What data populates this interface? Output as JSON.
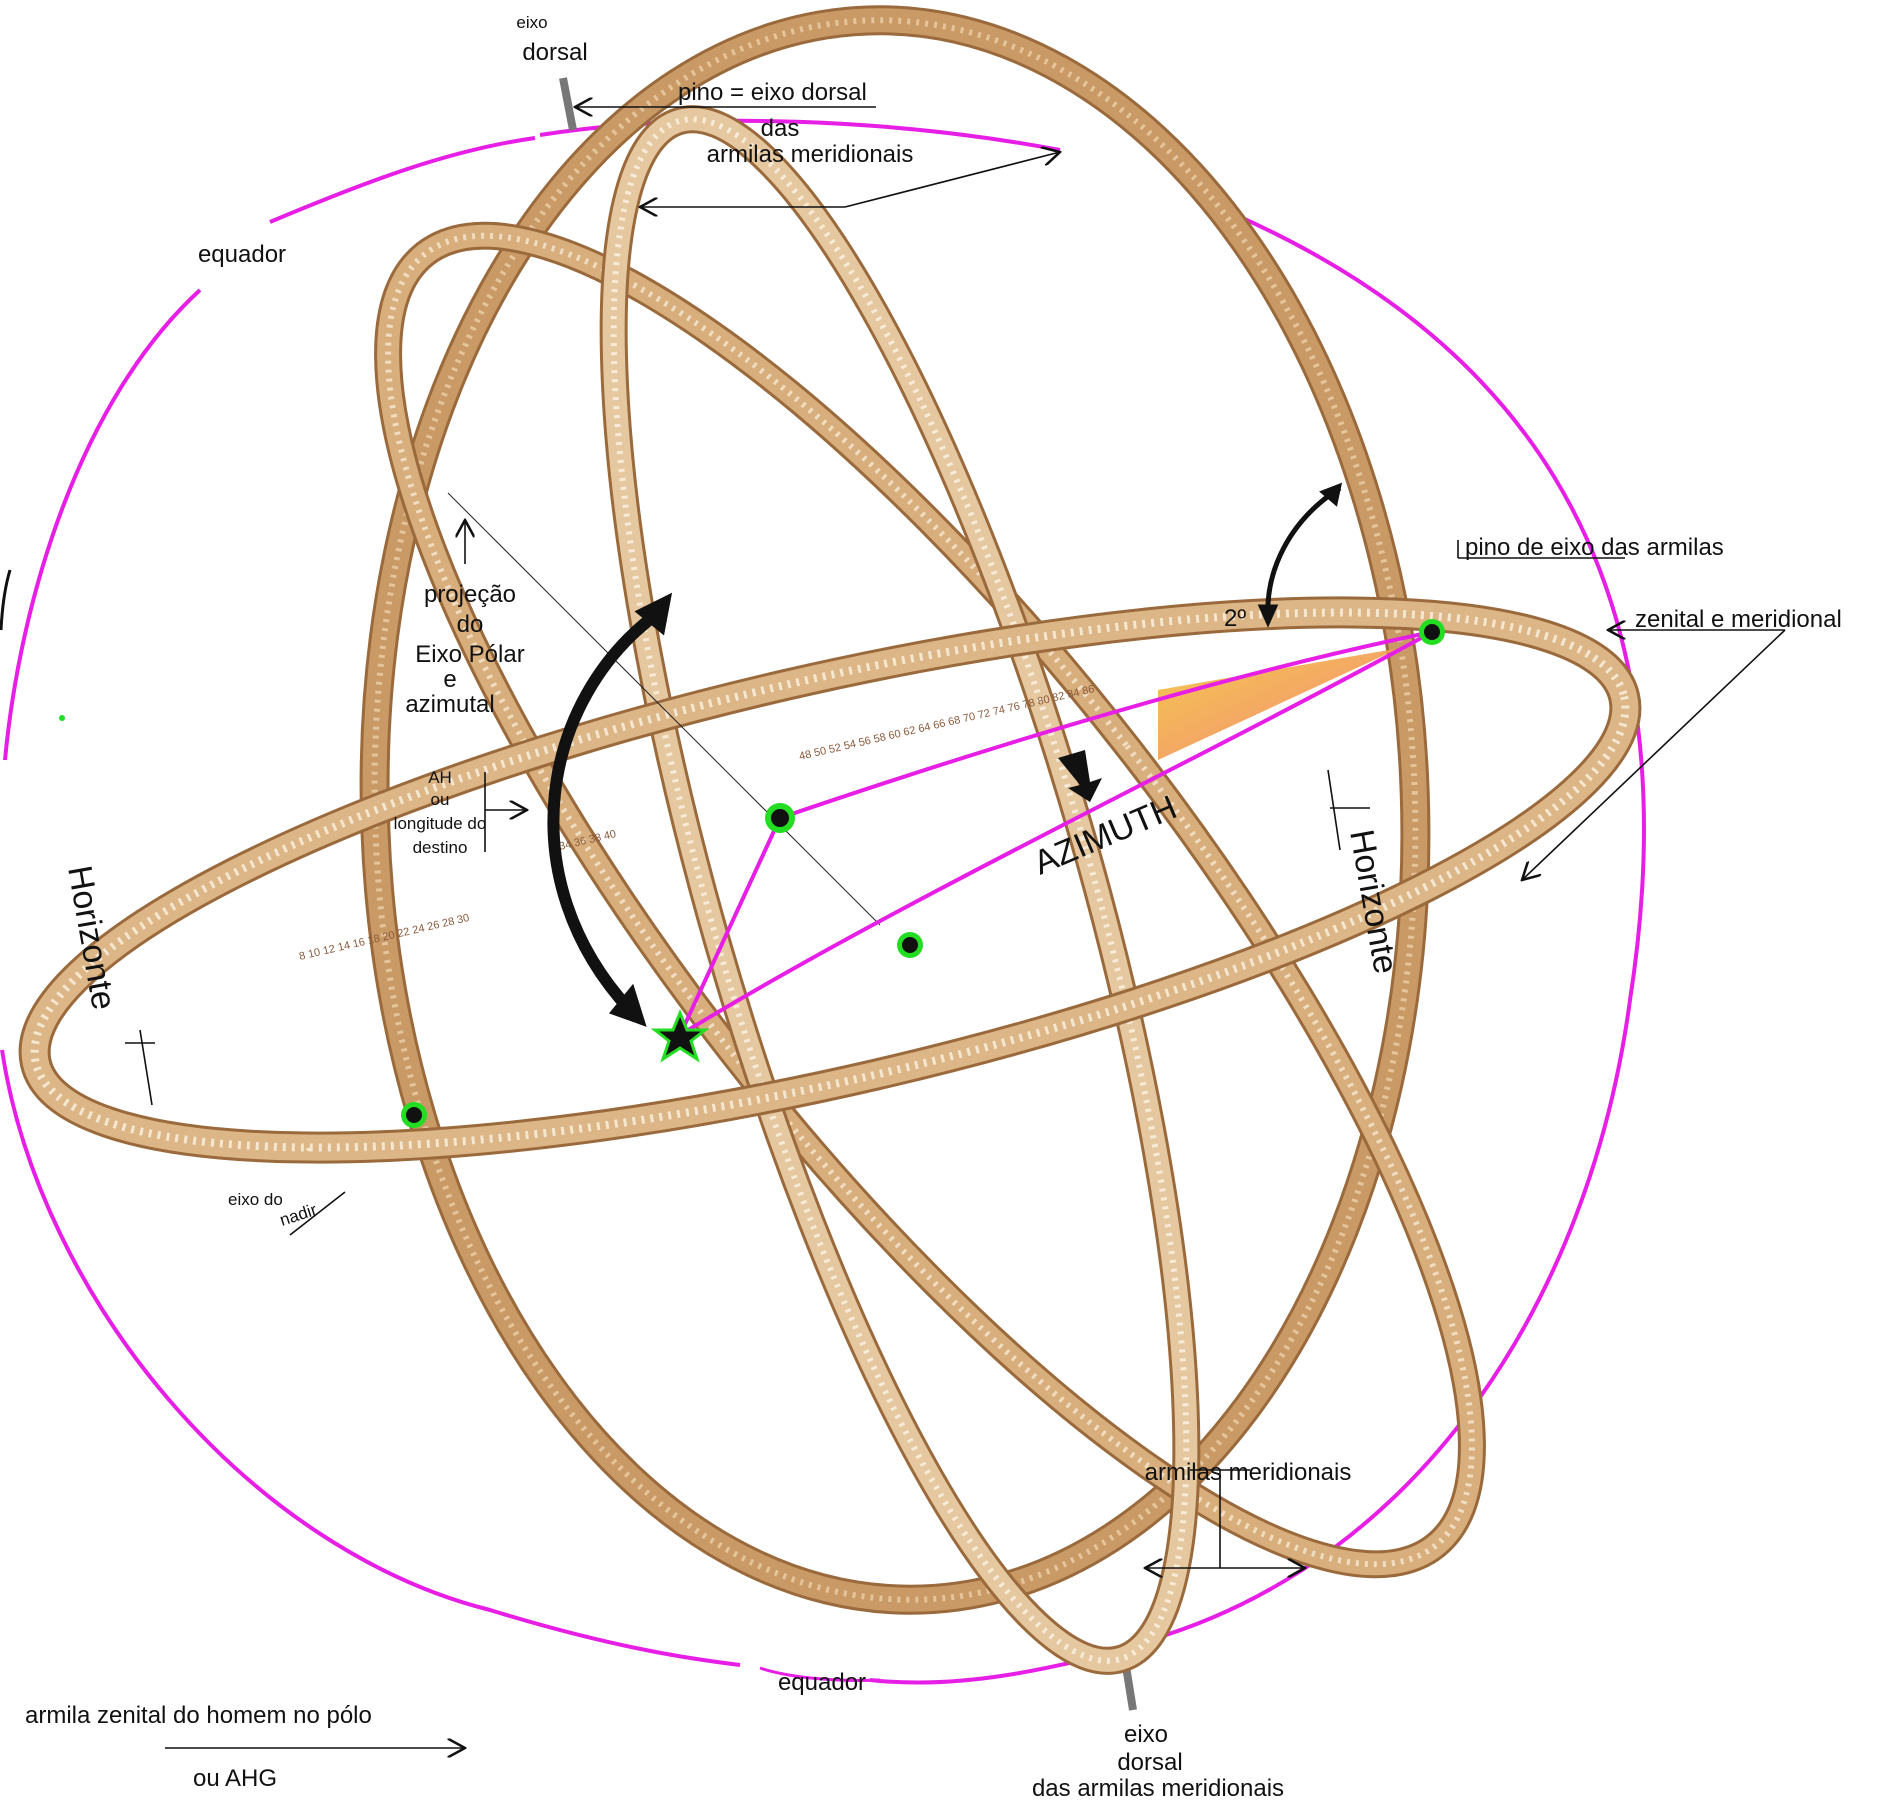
{
  "colors": {
    "great_circle": "#e61ee6",
    "ring_outer": "#c99a66",
    "ring_inner": "#f0dcc0",
    "ring_edge": "#9a6a3c",
    "pin_ring": "#22dd22",
    "pin_core": "#111111",
    "triangle": "#ff9a3c",
    "arrow": "#111111",
    "text": "#111111"
  },
  "icons": {
    "pin": "pin-icon",
    "star": "star-icon",
    "rotation_arrow": "curved-arrow-icon",
    "down_arrow": "down-arrow-icon"
  },
  "labels": {
    "eixo_top_small": "eixo",
    "dorsal_top": "dorsal",
    "pino_eixo_dorsal": "pino  =  eixo dorsal",
    "das": "das",
    "armilas_meridionais_top": "armilas  meridionais",
    "equador_top": "equador",
    "projecao_1": "projeção",
    "projecao_2": "do",
    "projecao_3": "Eixo Pólar",
    "projecao_4": "e",
    "projecao_5": "azimutal",
    "ah_1": "AH",
    "ah_2": "ou",
    "ah_3": "longitude do",
    "ah_4": "destino",
    "horizonte_left": "Horizonte",
    "horizonte_right": "Horizonte",
    "azimuth": "AZIMUTH",
    "two_degrees": "2º",
    "pino_de_eixo": "pino de eixo das armilas",
    "zenital_meridional": "zenital e meridional",
    "eixo_do_nadir_1": "eixo do",
    "eixo_do_nadir_2": "nadir",
    "armilas_meridionais_bottom": "armilas meridionais",
    "equador_bottom": "equador",
    "eixo_bottom": "eixo",
    "dorsal_bottom": "dorsal",
    "das_armilas_meridionais_bottom": "das armilas meridionais",
    "armila_zenital": "armila zenital do homem no pólo",
    "ou_ahg": "ou AHG"
  }
}
